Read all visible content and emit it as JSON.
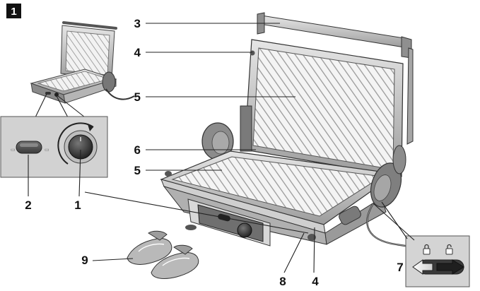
{
  "figure": {
    "badge": "1"
  },
  "callouts": [
    {
      "id": "3",
      "label": "3"
    },
    {
      "id": "4-top",
      "label": "4"
    },
    {
      "id": "5-upper",
      "label": "5"
    },
    {
      "id": "6",
      "label": "6"
    },
    {
      "id": "5-lower",
      "label": "5"
    },
    {
      "id": "2",
      "label": "2"
    },
    {
      "id": "1",
      "label": "1"
    },
    {
      "id": "9",
      "label": "9"
    },
    {
      "id": "8",
      "label": "8"
    },
    {
      "id": "4-bottom",
      "label": "4"
    },
    {
      "id": "7",
      "label": "7"
    }
  ],
  "icons": {
    "lock_left": "padlock-closed-icon",
    "lock_right": "padlock-open-icon",
    "arrow_left": "arrow-left-icon",
    "arrow_right": "arrow-right-icon"
  }
}
